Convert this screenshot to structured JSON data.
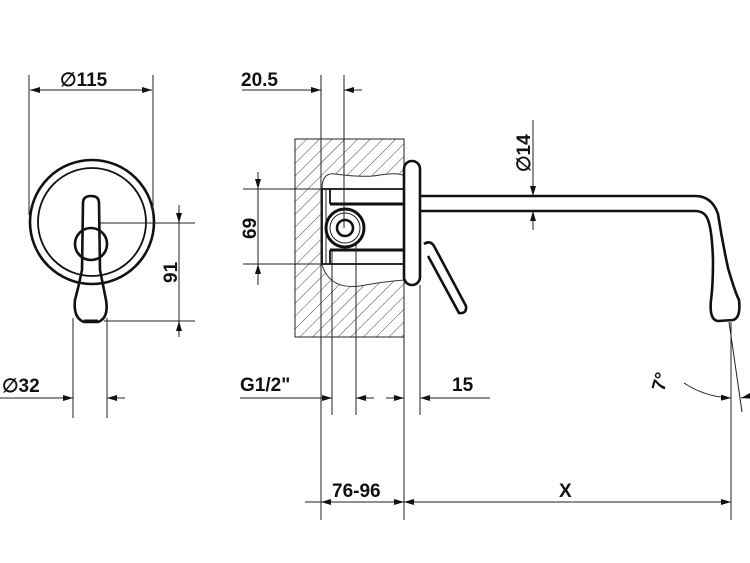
{
  "drawing": {
    "front_view": {
      "rosette_diameter": "∅115",
      "handle_height": "91",
      "handle_diameter": "∅32"
    },
    "side_view": {
      "wall_offset": "20.5",
      "body_height": "69",
      "connection": "G1/2\"",
      "flange_thickness": "15",
      "spout_diameter": "∅14",
      "wall_depth_range": "76-96",
      "spout_projection": "X",
      "spout_angle": "7°"
    }
  }
}
